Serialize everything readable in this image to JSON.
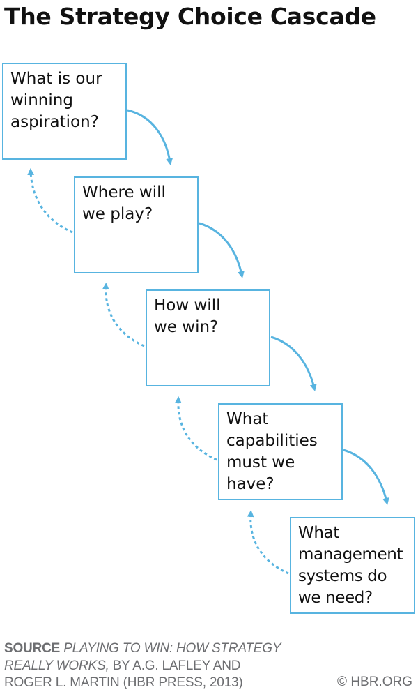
{
  "title": "The Strategy Choice Cascade",
  "boxes": [
    {
      "lines": [
        "What is our",
        "winning",
        "aspiration?"
      ]
    },
    {
      "lines": [
        "Where will",
        "we play?"
      ]
    },
    {
      "lines": [
        "How will",
        "we win?"
      ]
    },
    {
      "lines": [
        "What",
        "capabilities",
        "must we",
        "have?"
      ]
    },
    {
      "lines": [
        "What",
        "management",
        "systems do",
        "we need?"
      ]
    }
  ],
  "footer": {
    "label": "SOURCE",
    "title_line1": "PLAYING TO WIN: HOW STRATEGY",
    "title_line2": "REALLY WORKS,",
    "rest_line2": "BY A.G. LAFLEY AND",
    "line3": "ROGER L. MARTIN (HBR PRESS, 2013)",
    "copyright": "© HBR.ORG"
  },
  "colors": {
    "accent": "#58b4e0",
    "text": "#111111",
    "footer_text": "#6d6e71"
  }
}
